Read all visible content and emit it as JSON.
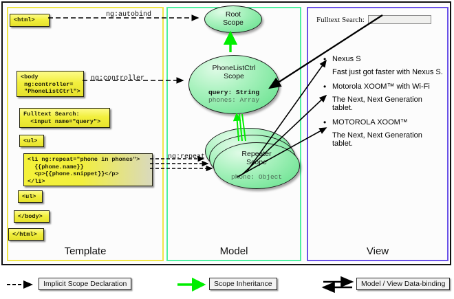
{
  "diagram": {
    "panels": [
      {
        "key": "template",
        "label": "Template",
        "border_color": "#f0e646"
      },
      {
        "key": "model",
        "label": "Model",
        "border_color": "#4ef0a0"
      },
      {
        "key": "view",
        "label": "View",
        "border_color": "#6a52e8"
      }
    ]
  },
  "template": {
    "boxes": [
      {
        "id": "html-open",
        "text": "<html>"
      },
      {
        "id": "body-open",
        "text": "<body\n ng:controller=\n \"PhoneListCtrl\">"
      },
      {
        "id": "search",
        "text": "Fulltext Search:\n  <input name=\"query\">"
      },
      {
        "id": "ul-open",
        "text": "<ul>"
      },
      {
        "id": "li-repeat",
        "text": "<li ng:repeat=\"phone in phones\">\n  {{phone.name}}\n  <p>{{phone.snippet}}</p>\n</li>"
      },
      {
        "id": "ul-close",
        "text": "<ul>"
      },
      {
        "id": "body-close",
        "text": "</body>"
      },
      {
        "id": "html-close",
        "text": "</html>"
      }
    ]
  },
  "model": {
    "scopes": [
      {
        "id": "root-scope",
        "title_lines": [
          "Root",
          "Scope"
        ],
        "props": []
      },
      {
        "id": "phonelistctrl-scope",
        "title_lines": [
          "PhoneListCtrl",
          "Scope"
        ],
        "props": [
          {
            "text": "query: String",
            "style": "bold"
          },
          {
            "text": "phones: Array",
            "style": "dim"
          }
        ]
      },
      {
        "id": "repeater-scope",
        "title_lines": [
          "Repeater",
          "Scope"
        ],
        "props": [
          {
            "text": "phone: Object",
            "style": "dim"
          }
        ]
      }
    ]
  },
  "connectors": {
    "ng_autobind": "ng:autobind",
    "ng_controller": "ng:controller",
    "ng_repeat": "ng:repeat"
  },
  "view": {
    "search_label": "Fulltext Search:",
    "search_value": "",
    "search_placeholder": "",
    "phones": [
      {
        "name": "Nexus S",
        "snippet": "Fast just got faster with Nexus S."
      },
      {
        "name": "Motorola XOOM™  with Wi-Fi",
        "snippet": "The Next, Next Generation tablet."
      },
      {
        "name": "MOTOROLA XOOM™",
        "snippet": "The Next, Next Generation tablet."
      }
    ]
  },
  "legend": {
    "items": [
      {
        "id": "implicit-scope-declaration",
        "label": "Implicit Scope Declaration",
        "arrow": "dashed-black"
      },
      {
        "id": "scope-inheritance",
        "label": "Scope Inheritance",
        "arrow": "solid-green"
      },
      {
        "id": "model-view-data-binding",
        "label": "Model / View Data-binding",
        "arrow": "double-black"
      }
    ]
  },
  "colors": {
    "template_border": "#f0e646",
    "model_border": "#4ef0a0",
    "view_border": "#6a52e8",
    "scope_fill": "#79e69b",
    "inherit_arrow": "#00ee00",
    "code_fill": "#f2ef3d"
  }
}
